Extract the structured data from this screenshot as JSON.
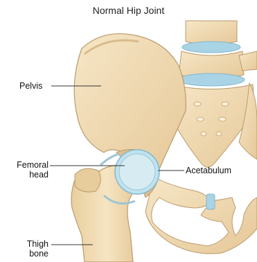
{
  "title": "Normal Hip Joint",
  "labels": {
    "pelvis": "Pelvis",
    "femoral_head": [
      "Femoral",
      "head"
    ],
    "acetabulum": "Acetabulum",
    "thigh_bone": [
      "Thigh",
      "bone"
    ]
  },
  "colors": {
    "bone": "#f2dcb3",
    "bone_shadow": "#d9bb8a",
    "bone_outline": "#b99a6c",
    "cartilage": "#bfe2ee",
    "cartilage_outline": "#7fb7cc",
    "disc": "#a9d4e6"
  }
}
